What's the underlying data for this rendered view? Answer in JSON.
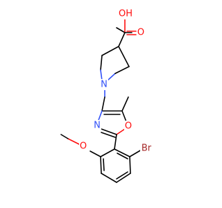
{
  "molecule": {
    "atoms": {
      "O_hydroxyl": {
        "label": "OH",
        "color": "#ff0d0d"
      },
      "O_carbonyl": {
        "label": "O",
        "color": "#ff0d0d"
      },
      "N_piperidine": {
        "label": "N",
        "color": "#3050f8"
      },
      "N_oxazole": {
        "label": "N",
        "color": "#3050f8"
      },
      "O_oxazole": {
        "label": "O",
        "color": "#ff0d0d"
      },
      "O_methoxy": {
        "label": "O",
        "color": "#ff0d0d"
      },
      "Br": {
        "label": "Br",
        "color": "#a62929"
      }
    },
    "colors": {
      "carbon_bond": "#000000",
      "oxygen": "#ff0d0d",
      "nitrogen": "#3050f8",
      "bromine": "#a62929",
      "background": "#ffffff"
    }
  }
}
